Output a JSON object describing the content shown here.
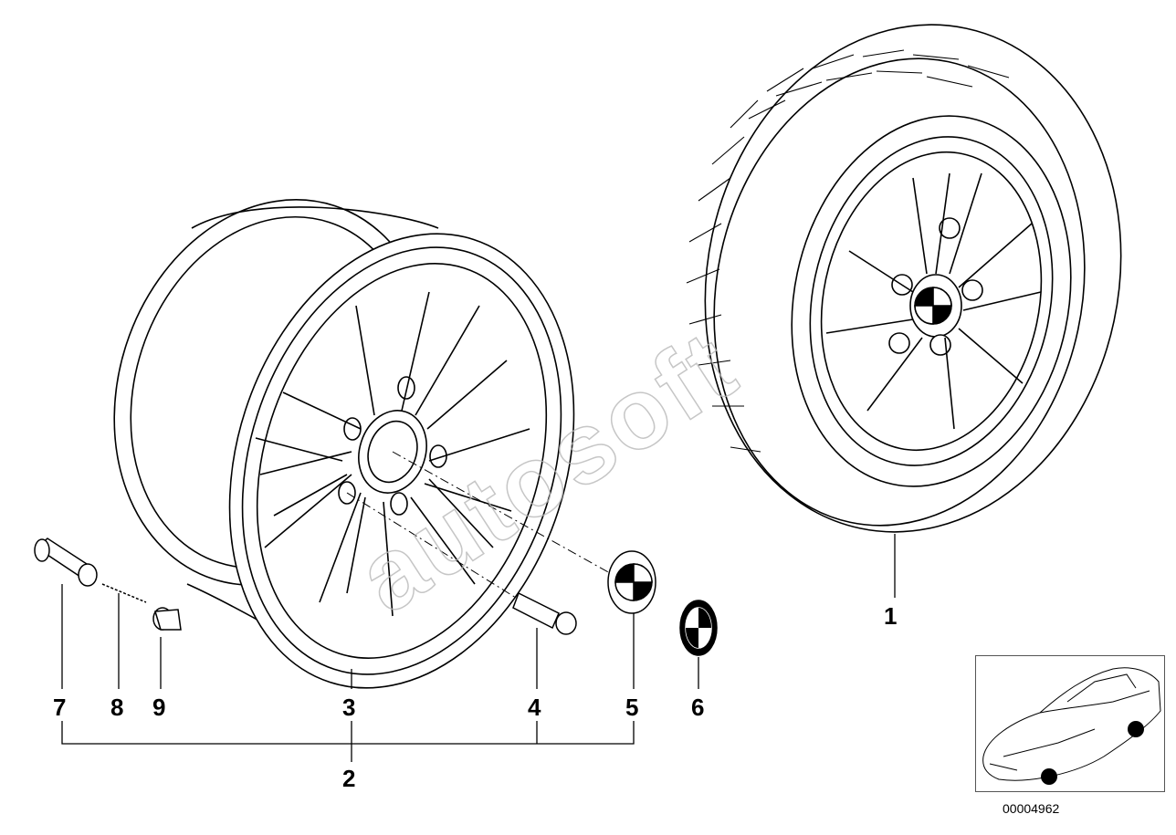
{
  "callouts": {
    "c1": "1",
    "c2": "2",
    "c3": "3",
    "c4": "4",
    "c5": "5",
    "c6": "6",
    "c7": "7",
    "c8": "8",
    "c9": "9"
  },
  "watermark": "autosoft",
  "catalog_number": "00004962",
  "colors": {
    "line": "#000000",
    "watermark": "#b8b8b8",
    "background": "#ffffff"
  }
}
